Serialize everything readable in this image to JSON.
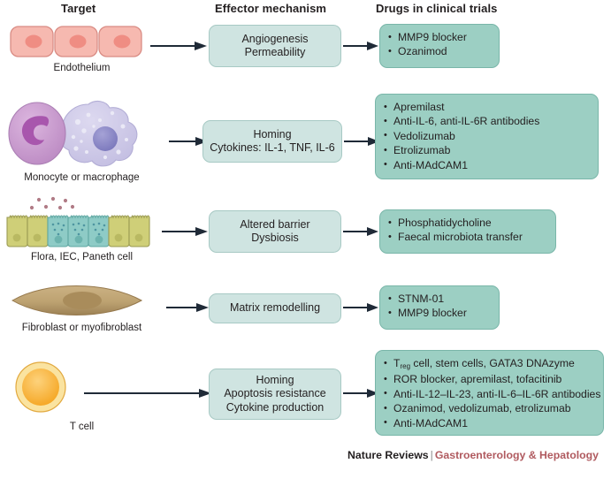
{
  "headers": {
    "target": "Target",
    "effector": "Effector mechanism",
    "drugs": "Drugs in clinical trials"
  },
  "colors": {
    "effector_box_fill": "#cfe4e1",
    "effector_box_stroke": "#a7c9c4",
    "drug_box_fill": "#9ccfc3",
    "drug_box_stroke": "#79b6a9",
    "arrow": "#1f2a37",
    "endothelium_fill": "#f6b9b0",
    "endothelium_nucleus": "#ef8d83",
    "monocyte_fill": "#c89bcd",
    "monocyte_nucleus": "#a856ad",
    "macrophage_fill": "#cdc9e8",
    "macrophage_nucleus": "#8e8ccb",
    "epithelium_outer_fill": "#cfcf78",
    "epithelium_inner_fill": "#8ecbc6",
    "fibroblast_fill": "#bda271",
    "fibroblast_nucleus": "#a98c5b",
    "tcell_fill": "#f5a623",
    "tcell_nucleus": "#fbc860",
    "tcell_rim": "#fae3a0",
    "journal_accent": "#b05a5f"
  },
  "rows": [
    {
      "target_label": "Endothelium",
      "effector_lines": [
        "Angiogenesis",
        "Permeability"
      ],
      "drugs": [
        "MMP9 blocker",
        "Ozanimod"
      ]
    },
    {
      "target_label": "Monocyte or macrophage",
      "effector_lines": [
        "Homing",
        "Cytokines: IL-1, TNF, IL-6"
      ],
      "drugs": [
        "Apremilast",
        "Anti-IL-6, anti-IL-6R antibodies",
        "Vedolizumab",
        "Etrolizumab",
        "Anti-MAdCAM1"
      ]
    },
    {
      "target_label": "Flora, IEC, Paneth cell",
      "effector_lines": [
        "Altered barrier",
        "Dysbiosis"
      ],
      "drugs": [
        "Phosphatidycholine",
        "Faecal microbiota transfer"
      ]
    },
    {
      "target_label": "Fibroblast or myofibroblast",
      "effector_lines": [
        "Matrix remodelling"
      ],
      "drugs": [
        "STNM-01",
        "MMP9 blocker"
      ]
    },
    {
      "target_label": "T cell",
      "effector_lines": [
        "Homing",
        "Apoptosis resistance",
        "Cytokine production"
      ],
      "drugs": [
        "T cell, stem cells, GATA3 DNAzyme",
        "ROR blocker, apremilast, tofacitinib",
        "Anti-IL-12–IL-23, anti-IL-6–IL-6R antibodies",
        "Ozanimod, vedolizumab, etrolizumab",
        "Anti-MAdCAM1"
      ],
      "drug_first_prefix": "T",
      "drug_first_sub": "reg",
      "drug_first_rest": " cell, stem cells, GATA3 DNAzyme"
    }
  ],
  "footer": {
    "publisher": "Nature Reviews",
    "separator": "|",
    "journal": "Gastroenterology & Hepatology"
  }
}
